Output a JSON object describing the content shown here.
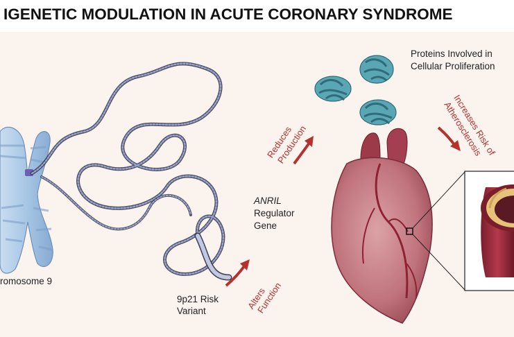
{
  "title": "IGENETIC MODULATION IN ACUTE CORONARY SYNDROME",
  "labels": {
    "chromosome": "romosome 9",
    "risk_variant_line1": "9p21 Risk",
    "risk_variant_line2": "Variant",
    "anril_italic": "ANRIL",
    "anril_line2": "Regulator",
    "anril_line3": "Gene",
    "proteins_line1": "Proteins Involved in",
    "proteins_line2": "Cellular Proliferation"
  },
  "annotations": {
    "alters_line1": "Alters",
    "alters_line2": "Function",
    "reduces_line1": "Reduces",
    "reduces_line2": "Production",
    "increases_line1": "Increases Risk of",
    "increases_line2": "Atherosclerosis"
  },
  "colors": {
    "accent_red": "#b5312d",
    "chromosome_blue": "#a9c8e6",
    "protein_teal": "#4e99a8",
    "heart_red": "#b9485a",
    "background": "#faf3ee"
  }
}
